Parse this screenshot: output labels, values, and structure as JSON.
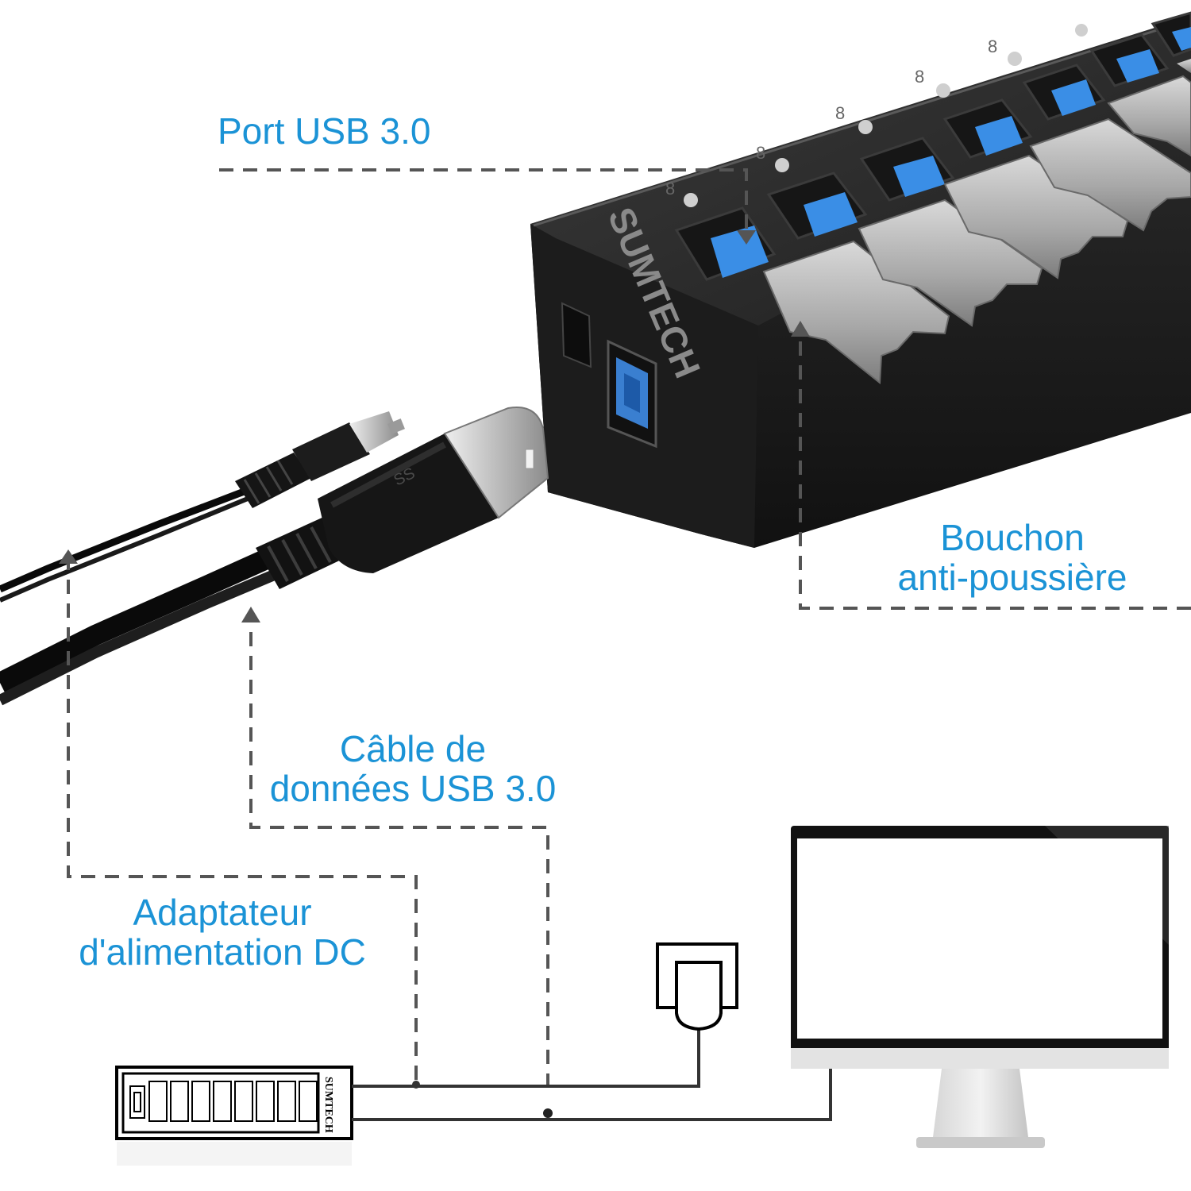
{
  "labels": {
    "port_usb": "Port USB 3.0",
    "dust_cap": [
      "Bouchon",
      "anti-poussière"
    ],
    "data_cable": [
      "Câble de",
      "données USB 3.0"
    ],
    "dc_adapter": [
      "Adaptateur",
      "d'alimentation DC"
    ]
  },
  "brand": "SUMTECH",
  "port_count": 7,
  "colors": {
    "label_blue": "#1b93d6",
    "hub_body": "#2a2a2a",
    "usb_port_blue": "#3a8ee6",
    "dust_cap_gray": "#b8b8b8",
    "dash_line": "#555555"
  }
}
